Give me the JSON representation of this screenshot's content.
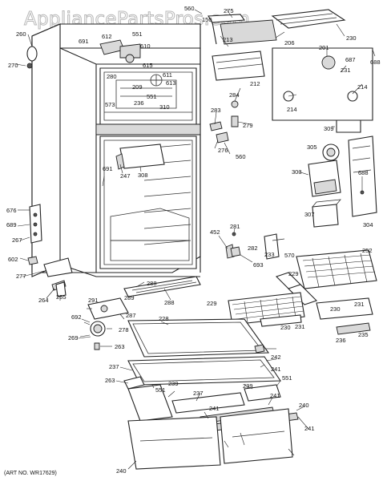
{
  "watermark": "AppliancePartsPros.com",
  "art_number": "(ART NO. WR17629)",
  "part_labels": [
    "560",
    "275",
    "260",
    "213",
    "206",
    "230",
    "150",
    "612",
    "551",
    "691",
    "615",
    "201",
    "231",
    "270",
    "610",
    "687",
    "611",
    "688",
    "280",
    "209",
    "551",
    "613",
    "212",
    "214",
    "573",
    "236",
    "310",
    "284",
    "214",
    "279",
    "283",
    "309",
    "276",
    "560",
    "305",
    "691",
    "247",
    "308",
    "303",
    "688",
    "676",
    "281",
    "452",
    "689",
    "282",
    "233",
    "570",
    "252",
    "267",
    "693",
    "229",
    "602",
    "277",
    "289",
    "288",
    "264",
    "265",
    "288",
    "229",
    "307",
    "304",
    "291",
    "230",
    "287",
    "692",
    "278",
    "228",
    "231",
    "231",
    "230",
    "235",
    "269",
    "263",
    "236",
    "242",
    "237",
    "241",
    "263",
    "551",
    "239",
    "237",
    "239",
    "551",
    "241",
    "240",
    "241",
    "240",
    "241"
  ]
}
